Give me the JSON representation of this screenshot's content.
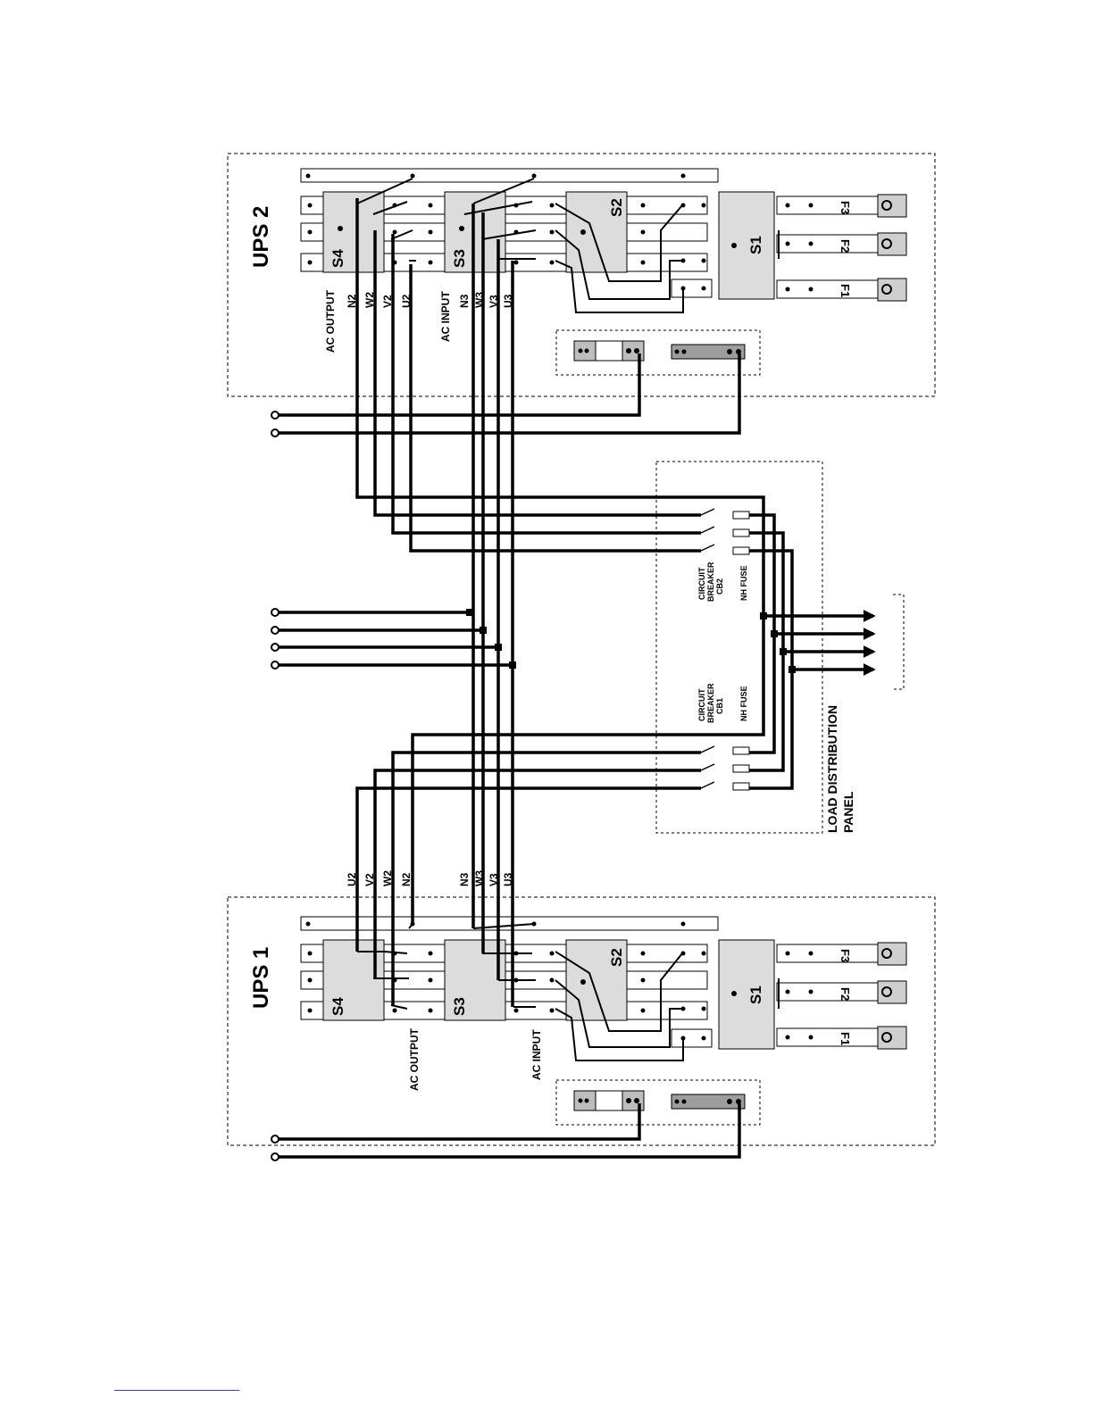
{
  "ups2": {
    "title": "UPS 2",
    "switches": [
      "S4",
      "S3",
      "S2",
      "S1"
    ],
    "fuses": [
      "F3",
      "F2",
      "F1"
    ],
    "ac_output": "AC OUTPUT",
    "ac_input": "AC INPUT",
    "output_terminals": [
      "N2",
      "W2",
      "V2",
      "U2"
    ],
    "input_terminals": [
      "N3",
      "W3",
      "V3",
      "U3"
    ]
  },
  "ups1": {
    "title": "UPS 1",
    "switches": [
      "S4",
      "S3",
      "S2",
      "S1"
    ],
    "fuses": [
      "F3",
      "F2",
      "F1"
    ],
    "ac_output": "AC OUTPUT",
    "ac_input": "AC INPUT",
    "output_terminals": [
      "U2",
      "V2",
      "W2",
      "N2"
    ],
    "input_terminals": [
      "N3",
      "W3",
      "V3",
      "U3"
    ]
  },
  "panel": {
    "title_line1": "LOAD DISTRIBUTION",
    "title_line2": "PANEL",
    "cb2": [
      "CIRCUIT",
      "BREAKER",
      "CB2"
    ],
    "cb1": [
      "CIRCUIT",
      "BREAKER",
      "CB1"
    ],
    "fuse2": "NH FUSE",
    "fuse1": "NH FUSE"
  }
}
